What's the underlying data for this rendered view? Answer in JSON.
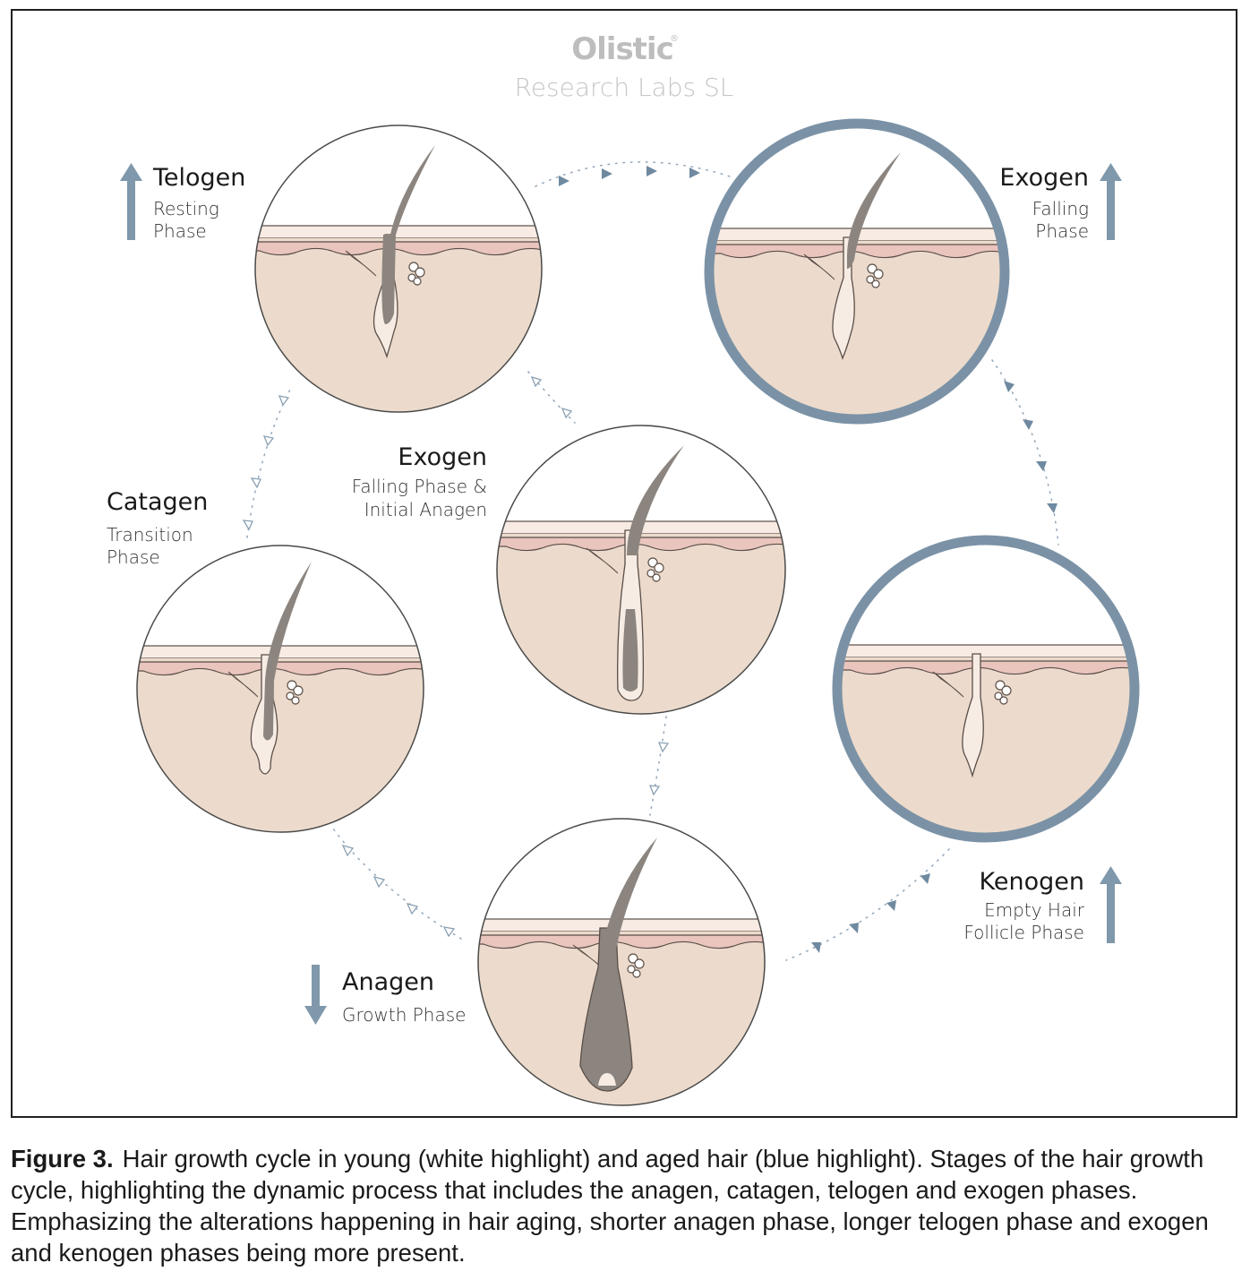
{
  "brand": {
    "name": "Olistic",
    "mark": "®",
    "subtitle": "Research Labs SL"
  },
  "stages": {
    "telogen": {
      "title": "Telogen",
      "lines": [
        "Resting",
        "Phase"
      ],
      "arrow": "up"
    },
    "exogen_aged": {
      "title": "Exogen",
      "lines": [
        "Falling",
        "Phase"
      ],
      "arrow": "up"
    },
    "exogen_young": {
      "title": "Exogen",
      "lines": [
        "Falling Phase &",
        "Initial Anagen"
      ]
    },
    "catagen": {
      "title": "Catagen",
      "lines": [
        "Transition",
        "Phase"
      ]
    },
    "kenogen": {
      "title": "Kenogen",
      "lines": [
        "Empty Hair",
        "Follicle Phase"
      ],
      "arrow": "up"
    },
    "anagen": {
      "title": "Anagen",
      "lines": [
        "Growth Phase"
      ],
      "arrow": "down"
    }
  },
  "colors": {
    "aged_highlight": "#7b92a6",
    "arrow": "#7f98ab",
    "skin": "#ecdbcc",
    "dermis_band": "#e9c5bd",
    "hair": "#8c857f"
  },
  "caption": {
    "label": "Figure 3.",
    "text": "Hair growth cycle in young (white highlight) and aged hair (blue highlight). Stages of the hair growth cycle, highlighting the dynamic process that includes the anagen, catagen, telogen and exogen phases. Emphasizing the alterations happening in hair aging, shorter anagen phase, longer telogen phase and exogen and kenogen phases being more present."
  }
}
